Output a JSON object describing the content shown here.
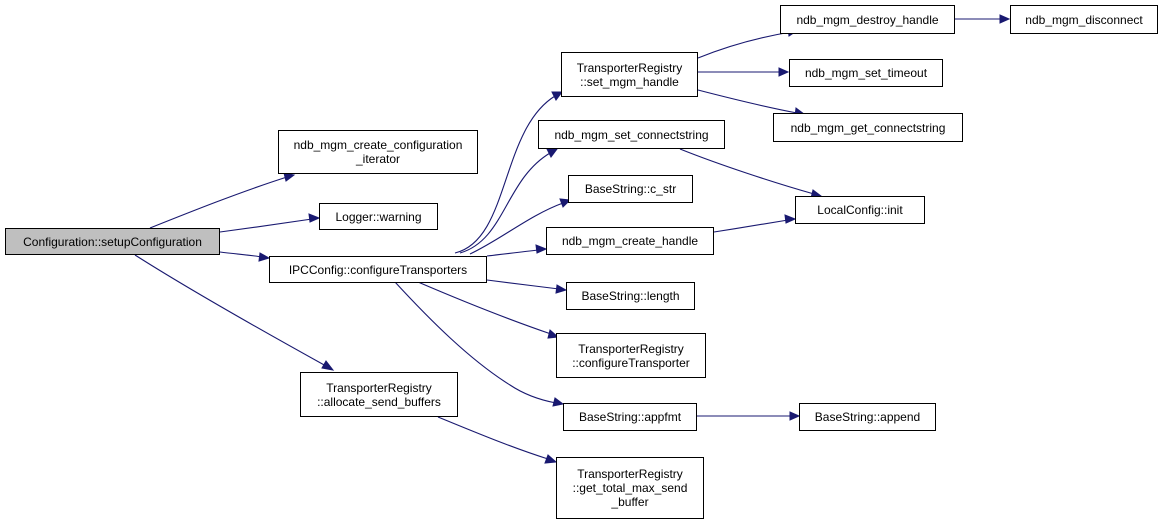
{
  "graph": {
    "nodes": {
      "setup": "Configuration::setupConfiguration",
      "create_iter": "ndb_mgm_create_configuration\n_iterator",
      "warning": "Logger::warning",
      "configure": "IPCConfig::configureTransporters",
      "alloc": "TransporterRegistry\n::allocate_send_buffers",
      "get_total": "TransporterRegistry\n::get_total_max_send\n_buffer",
      "set_mgm": "TransporterRegistry\n::set_mgm_handle",
      "set_connect": "ndb_mgm_set_connectstring",
      "c_str": "BaseString::c_str",
      "create_handle": "ndb_mgm_create_handle",
      "length": "BaseString::length",
      "conf_transp": "TransporterRegistry\n::configureTransporter",
      "appfmt": "BaseString::appfmt",
      "destroy": "ndb_mgm_destroy_handle",
      "set_timeout": "ndb_mgm_set_timeout",
      "get_connect": "ndb_mgm_get_connectstring",
      "local_init": "LocalConfig::init",
      "append": "BaseString::append",
      "disconnect": "ndb_mgm_disconnect"
    },
    "edges": [
      [
        "setup",
        "create_iter"
      ],
      [
        "setup",
        "warning"
      ],
      [
        "setup",
        "configure"
      ],
      [
        "setup",
        "alloc"
      ],
      [
        "alloc",
        "get_total"
      ],
      [
        "configure",
        "set_mgm"
      ],
      [
        "configure",
        "set_connect"
      ],
      [
        "configure",
        "c_str"
      ],
      [
        "configure",
        "create_handle"
      ],
      [
        "configure",
        "length"
      ],
      [
        "configure",
        "conf_transp"
      ],
      [
        "configure",
        "appfmt"
      ],
      [
        "set_mgm",
        "destroy"
      ],
      [
        "set_mgm",
        "set_timeout"
      ],
      [
        "set_mgm",
        "get_connect"
      ],
      [
        "destroy",
        "disconnect"
      ],
      [
        "set_connect",
        "local_init"
      ],
      [
        "create_handle",
        "local_init"
      ],
      [
        "appfmt",
        "append"
      ]
    ],
    "colors": {
      "edge": "#191970",
      "root_fill": "#bfbfbf",
      "node_fill": "#ffffff"
    }
  }
}
